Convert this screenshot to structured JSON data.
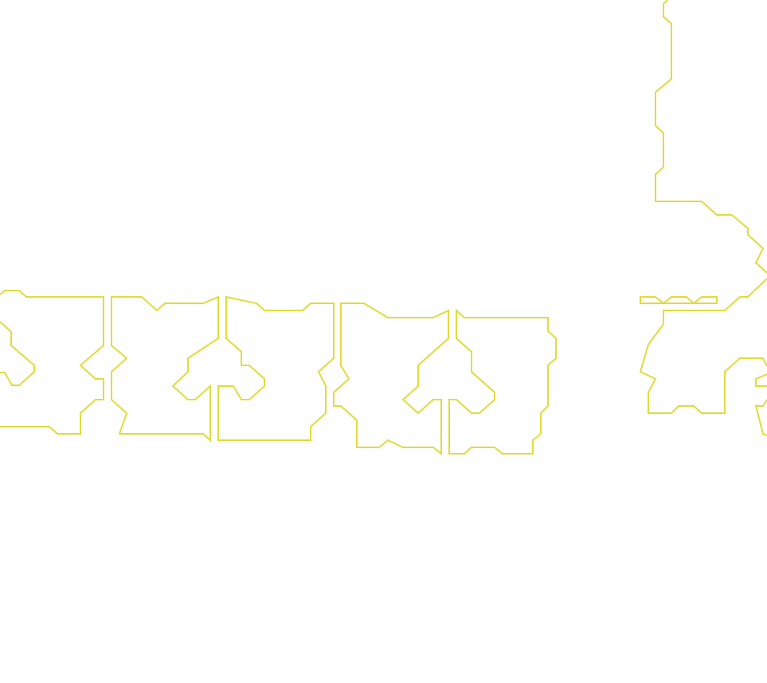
{
  "background_color": "#ffffff",
  "outline_color": "#e0dc3c",
  "shapes": [
    {
      "name": "outline-shape-left-edge"
    },
    {
      "name": "outline-shape-2"
    },
    {
      "name": "outline-shape-3"
    },
    {
      "name": "outline-shape-4"
    },
    {
      "name": "outline-shape-5"
    },
    {
      "name": "outline-shape-right"
    },
    {
      "name": "outline-shape-small-bar"
    }
  ]
}
